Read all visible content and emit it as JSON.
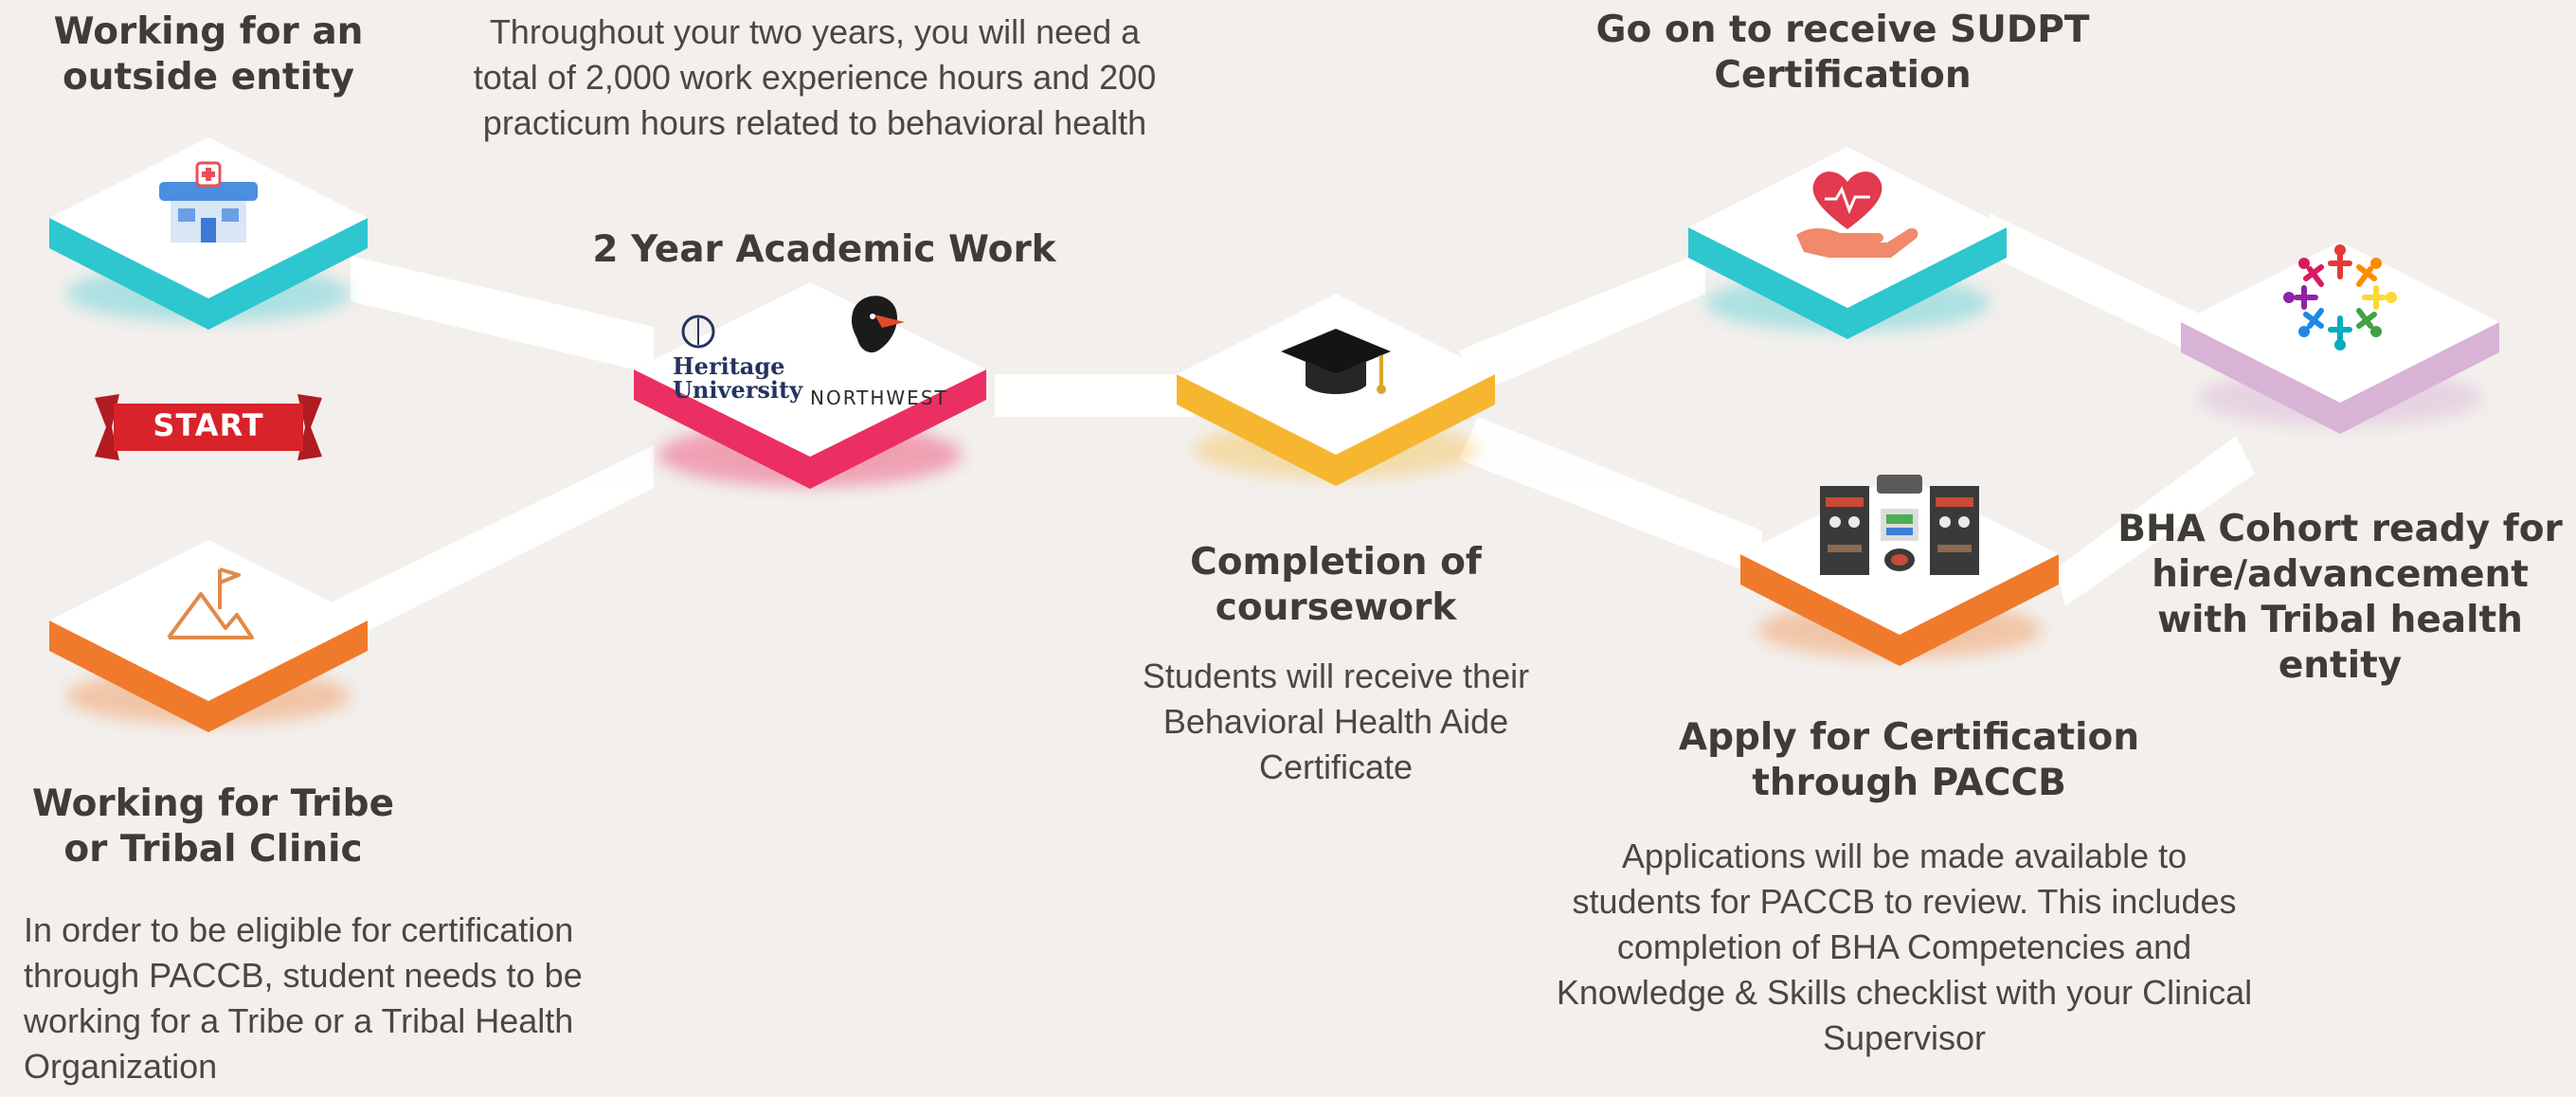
{
  "nodes": {
    "outside_entity": {
      "heading": "Working for an outside entity",
      "icon": "hospital-icon",
      "color": "#2ec6cf"
    },
    "start": {
      "label": "START",
      "color": "#d8232a"
    },
    "tribe": {
      "heading": "Working for Tribe or Tribal Clinic",
      "body": "In order to be eligible for certification through PACCB, student needs to be working for a Tribe or a Tribal Health Organization",
      "icon": "mountain-flag-icon",
      "color": "#f07a2b"
    },
    "academic": {
      "intro": "Throughout your two years, you will need a total of 2,000 work experience hours and 200 practicum hours related to behavioral health",
      "heading": "2 Year Academic Work",
      "logo_heritage_line1": "Heritage",
      "logo_heritage_line2": "University",
      "logo_northwest": "NORTHWEST",
      "color": "#ec2f63"
    },
    "completion": {
      "heading": "Completion of coursework",
      "body": "Students will receive their Behavioral Health Aide Certificate",
      "icon": "graduation-cap-icon",
      "color": "#f6b62f"
    },
    "sudpt": {
      "heading": "Go on to receive SUDPT Certification",
      "icon": "heart-hand-icon",
      "color": "#2ec6cf"
    },
    "paccb": {
      "heading": "Apply for Certification through PACCB",
      "body": "Applications will be made available to students for PACCB to review. This includes completion of BHA Competencies and Knowledge & Skills checklist with your Clinical Supervisor",
      "icon": "totem-icon",
      "color": "#f07a2b"
    },
    "cohort": {
      "heading": "BHA Cohort ready for hire/advancement with Tribal health entity",
      "icon": "people-circle-icon",
      "color": "#d8b3d6"
    }
  }
}
